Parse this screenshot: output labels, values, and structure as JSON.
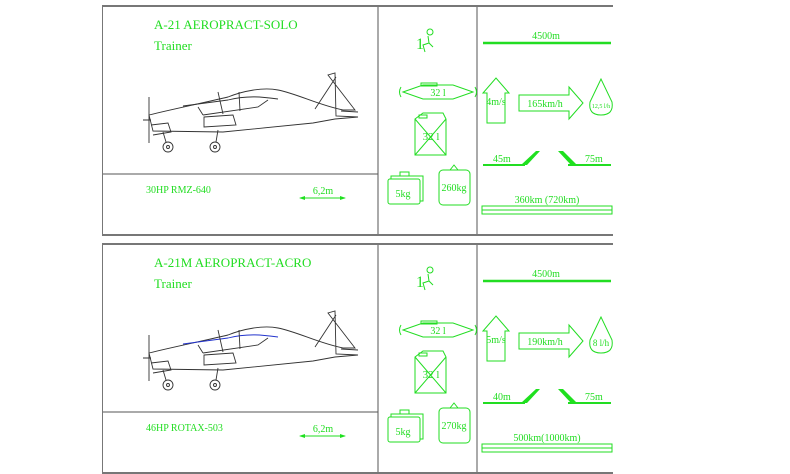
{
  "colors": {
    "accent": "#22dd22",
    "line": "#555555",
    "canopy_acro": "#2233cc"
  },
  "cards": [
    {
      "title": "A-21 AEROPRACT-SOLO",
      "subtitle": "Trainer",
      "engine": "30HP  RMZ-640",
      "wingspan": "6,2m",
      "seats": "1",
      "wing_tank": "32 l",
      "jerrycan": "32 l",
      "baggage": "5kg",
      "payload": "260kg",
      "ceiling": "4500m",
      "climb": "4m/s",
      "speed": "165km/h",
      "fuel_consumption": "12,5 l/h",
      "takeoff": "45m",
      "landing": "75m",
      "range": "360km (720km)",
      "canopy_highlight": false
    },
    {
      "title": "A-21M AEROPRACT-ACRO",
      "subtitle": "Trainer",
      "engine": "46HP  ROTAX-503",
      "wingspan": "6,2m",
      "seats": "1",
      "wing_tank": "32 l",
      "jerrycan": "32 l",
      "baggage": "5kg",
      "payload": "270kg",
      "ceiling": "4500m",
      "climb": "5m/s",
      "speed": "190km/h",
      "fuel_consumption": "8 l/h",
      "takeoff": "40m",
      "landing": "75m",
      "range": "500km(1000km)",
      "canopy_highlight": true
    }
  ]
}
